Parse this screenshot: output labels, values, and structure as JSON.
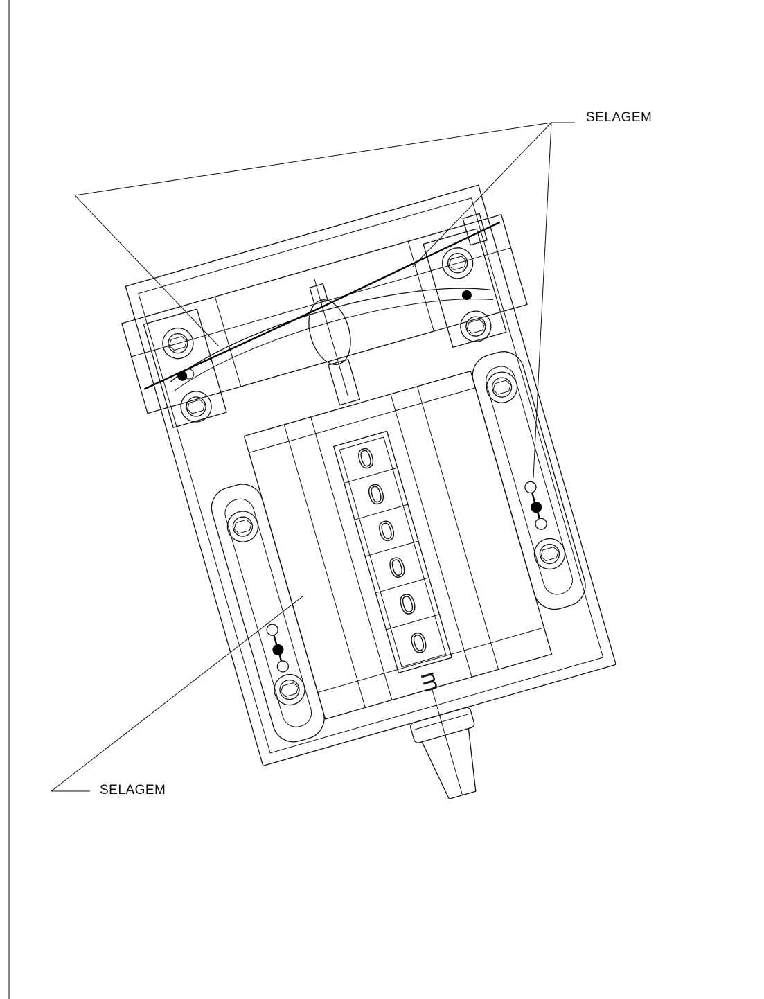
{
  "callouts": {
    "top_label": "SELAGEM",
    "bottom_label": "SELAGEM"
  },
  "counter": {
    "digits": [
      "0",
      "0",
      "0",
      "0",
      "0",
      "0"
    ],
    "unit": "m"
  }
}
